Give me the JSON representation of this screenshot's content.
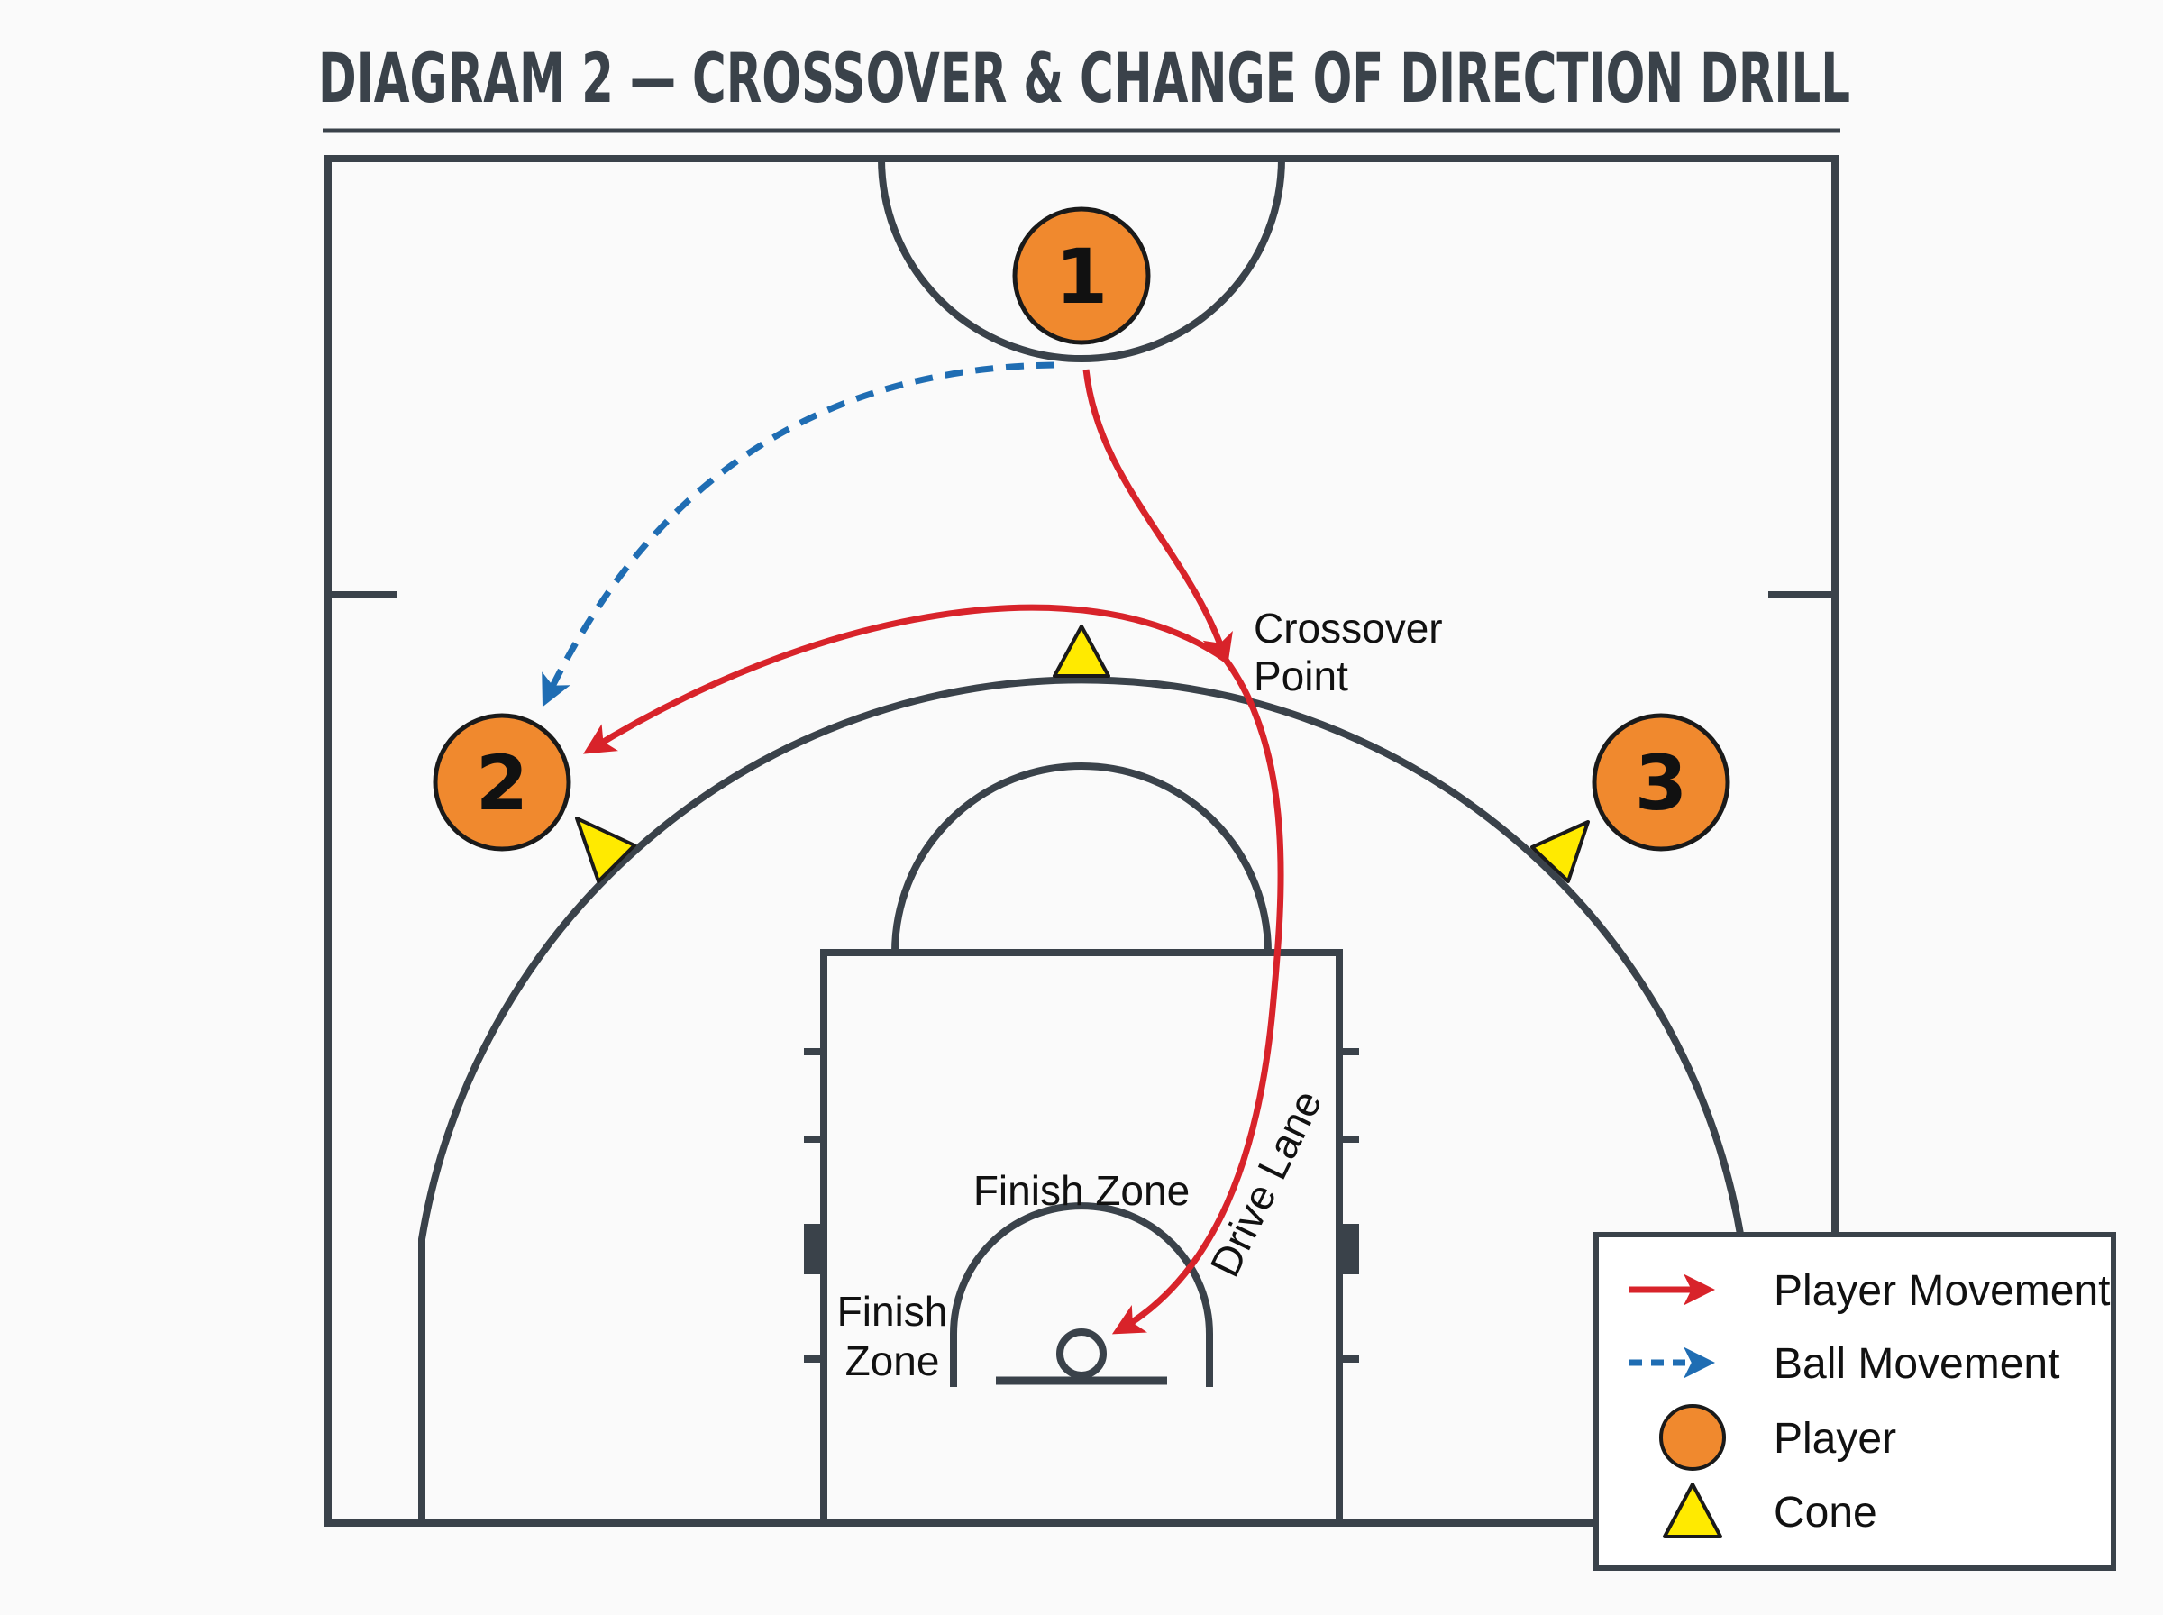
{
  "title": "DIAGRAM 2 — CROSSOVER & CHANGE OF DIRECTION DRILL",
  "players": [
    {
      "id": "player-1",
      "number": "1"
    },
    {
      "id": "player-2",
      "number": "2"
    },
    {
      "id": "player-3",
      "number": "3"
    }
  ],
  "labels": {
    "crossover_line1": "Crossover",
    "crossover_line2": "Point",
    "drive_lane": "Drive Lane",
    "finish_zone_top": "Finish Zone",
    "finish_zone_side_line1": "Finish",
    "finish_zone_side_line2": "Zone"
  },
  "legend": {
    "player_movement": "Player Movement",
    "ball_movement": "Ball Movement",
    "player": "Player",
    "cone": "Cone"
  },
  "colors": {
    "court_lines": "#3a424a",
    "player_fill": "#f0892e",
    "cone_fill": "#ffea00",
    "player_movement": "#d8232a",
    "ball_movement": "#1f6db3"
  }
}
